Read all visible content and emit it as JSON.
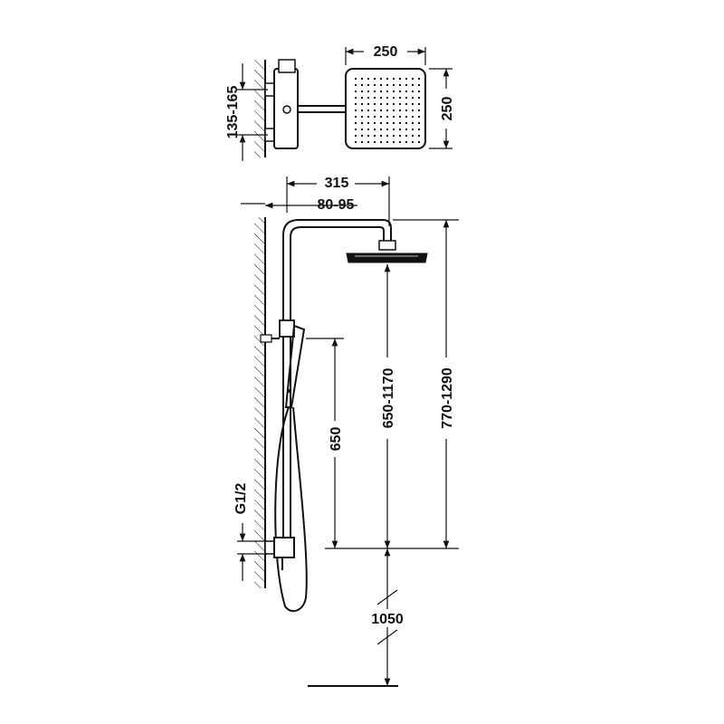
{
  "dimensions": {
    "head_width": "250",
    "head_depth": "250",
    "wall_distance_top": "135-165",
    "arm_reach": "315",
    "wall_offset": "80-95",
    "head_height_range": "770-1290",
    "column_height_range": "650-1170",
    "handshower_height": "650",
    "inlet_thread": "G1/2",
    "floor_to_inlet": "1050"
  }
}
